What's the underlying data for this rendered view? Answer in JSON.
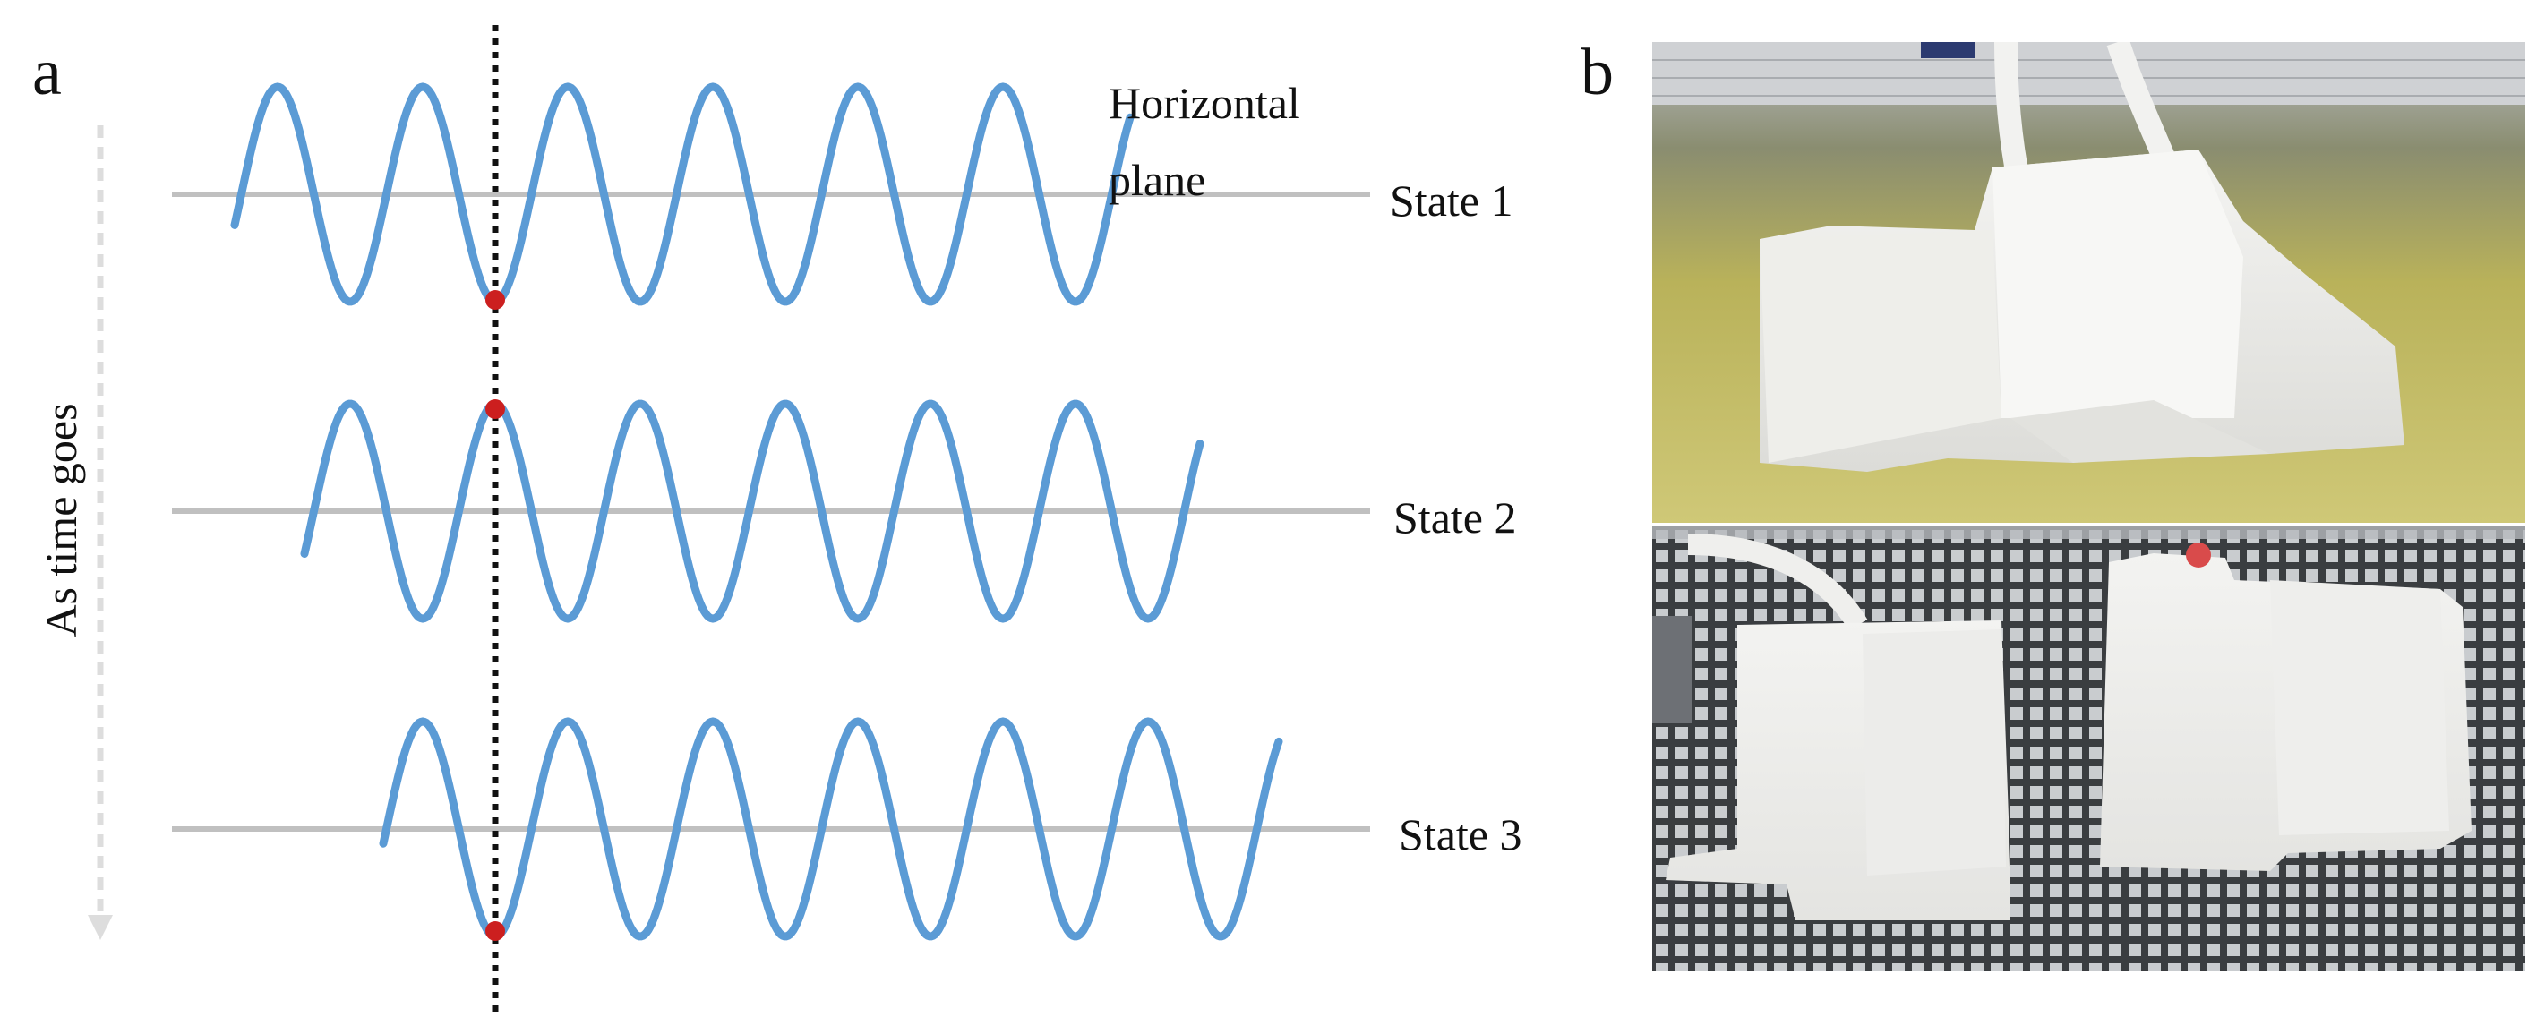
{
  "panel_a": {
    "label": "a",
    "time_axis_label": "As time goes",
    "plane_label": [
      "Horizontal",
      "plane"
    ],
    "states": [
      "State 1",
      "State 2",
      "State 3"
    ]
  },
  "panel_b": {
    "label": "b"
  },
  "colors": {
    "wave": "#5b9bd5",
    "baseline": "#c0c0c0",
    "marker": "#cc1f1f",
    "reference_line": "#111111",
    "time_arrow": "#dddddd"
  }
}
